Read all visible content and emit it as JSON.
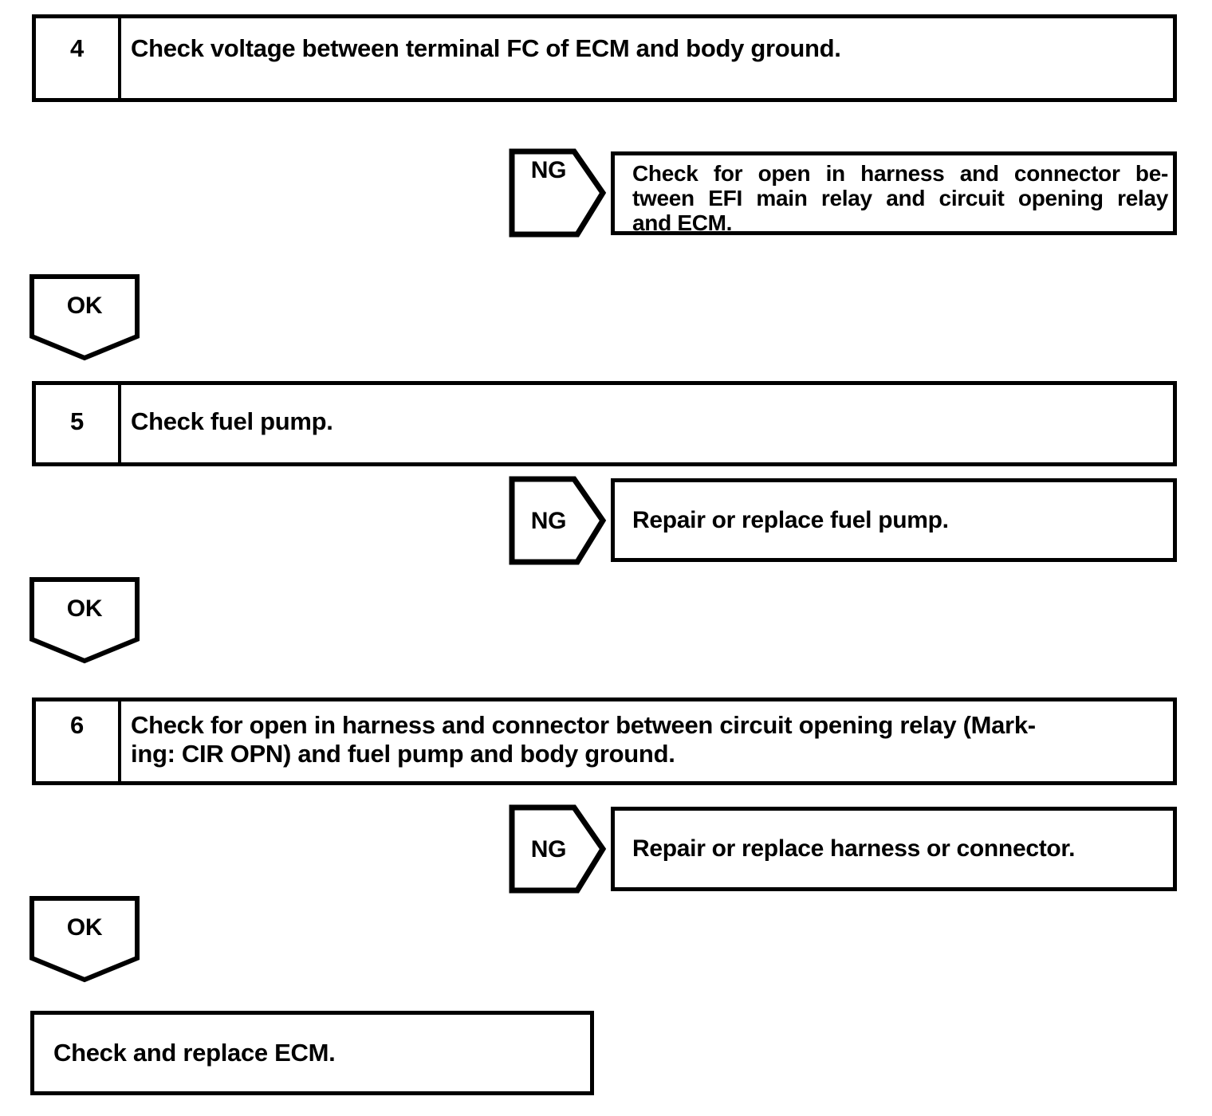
{
  "page": {
    "background_color": "#ffffff",
    "ink_color": "#000000"
  },
  "flowchart": {
    "branch_label": "NG",
    "connector_label": "OK",
    "steps": [
      {
        "number": "4",
        "instruction_lines": [
          "Check voltage between terminal FC of ECM and body ground."
        ],
        "ng_result_lines": [
          "Check for open in harness and connector be-",
          "tween EFI main relay and circuit opening relay",
          "and ECM."
        ]
      },
      {
        "number": "5",
        "instruction_lines": [
          "Check fuel pump."
        ],
        "ng_result_lines": [
          "Repair or replace fuel pump."
        ]
      },
      {
        "number": "6",
        "instruction_lines": [
          "Check for open in harness and connector between circuit opening relay (Mark-",
          "ing: CIR OPN) and fuel pump and body ground."
        ],
        "ng_result_lines": [
          "Repair or replace harness or connector."
        ]
      }
    ],
    "final_action": "Check and replace ECM."
  }
}
